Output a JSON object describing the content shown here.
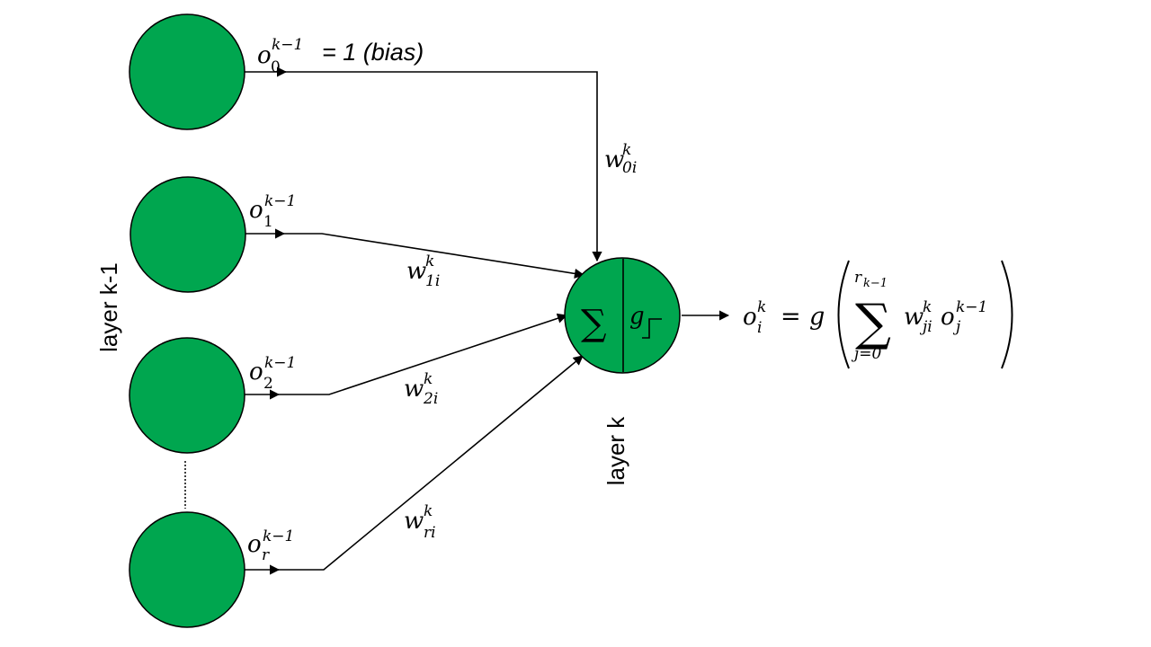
{
  "colors": {
    "node_fill": "#00a64f",
    "stroke": "#000000",
    "background": "#ffffff"
  },
  "labels": {
    "layer_prev": "layer k-1",
    "layer_current": "layer k",
    "bias_text": "= 1 (bias)"
  },
  "symbols": {
    "o": "o",
    "w": "w",
    "g": "g",
    "sup_prev": "k−1",
    "sup_k": "k",
    "sub_0": "0",
    "sub_1": "1",
    "sub_2": "2",
    "sub_r": "r",
    "sub_i": "i",
    "w_sub_0": "0i",
    "w_sub_1": "1i",
    "w_sub_2": "2i",
    "w_sub_r": "ri",
    "equals": "=",
    "sum_glyph": "∑",
    "sum_upper": "r",
    "sum_upper_sub": "k−1",
    "sum_lower": "j=0",
    "w_sub_ji": "ji",
    "o_sub_j": "j"
  }
}
